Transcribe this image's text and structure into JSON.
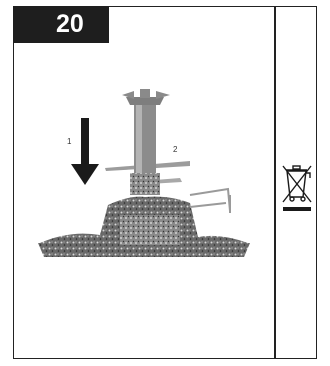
{
  "step": {
    "number": "20"
  },
  "illustration": {
    "callouts": [
      "1",
      "2"
    ],
    "arrow_icon": "down-arrow-icon",
    "figure": "food-processor-blade-assembly"
  },
  "sidebar": {
    "icon": "weee-crossed-out-bin-icon"
  },
  "colors": {
    "badge_bg": "#1e1e1e",
    "border": "#222222"
  }
}
